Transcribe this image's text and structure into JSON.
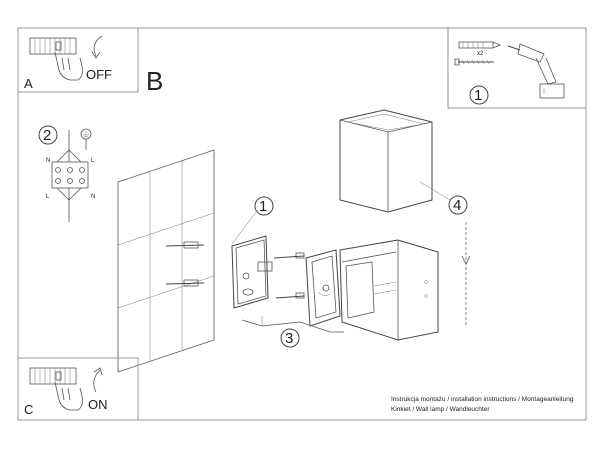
{
  "panels": {
    "a": {
      "letter": "A",
      "action": "OFF"
    },
    "b": {
      "letter": "B"
    },
    "c": {
      "letter": "C",
      "action": "ON"
    }
  },
  "tools": {
    "step": "1",
    "count": "x2"
  },
  "wiring": {
    "step": "2",
    "terminals_left": [
      "N",
      "",
      "L"
    ],
    "terminals_right": [
      "L",
      "",
      "N"
    ]
  },
  "assembly": {
    "step_mount": "1",
    "step_fix": "3",
    "step_lamp": "4"
  },
  "caption": {
    "line1": "Instrukcja montażu / installation instructions / Montageanleitung",
    "line2": "Kinkiet / Wall lamp / Wandleuchter"
  }
}
